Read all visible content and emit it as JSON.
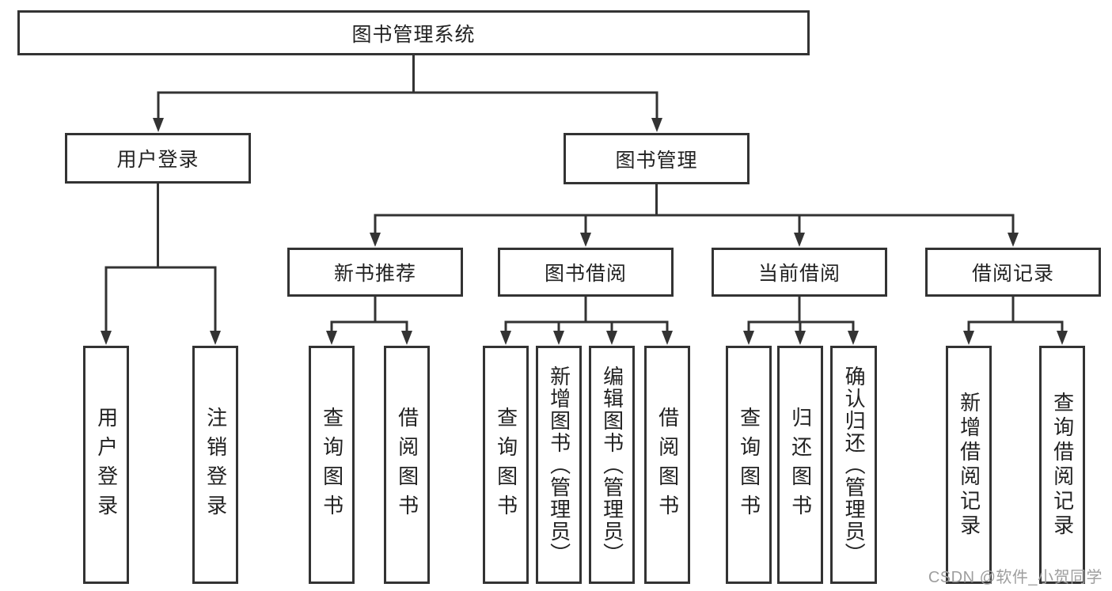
{
  "colors": {
    "background": "#ffffff",
    "line": "#333333",
    "text": "#222222",
    "watermark_color": "#9e9e9e"
  },
  "watermark": {
    "text": "CSDN @软件_小贺同学"
  },
  "tree": {
    "label": "图书管理系统",
    "children": [
      {
        "label": "用户登录",
        "children": [
          {
            "label": "用户登录"
          },
          {
            "label": "注销登录"
          }
        ]
      },
      {
        "label": "图书管理",
        "children": [
          {
            "label": "新书推荐",
            "children": [
              {
                "label": "查询图书"
              },
              {
                "label": "借阅图书"
              }
            ]
          },
          {
            "label": "图书借阅",
            "children": [
              {
                "label": "查询图书"
              },
              {
                "label": "新增图书（管理员）"
              },
              {
                "label": "编辑图书（管理员）"
              },
              {
                "label": "借阅图书"
              }
            ]
          },
          {
            "label": "当前借阅",
            "children": [
              {
                "label": "查询图书"
              },
              {
                "label": "归还图书"
              },
              {
                "label": "确认归还（管理员）"
              }
            ]
          },
          {
            "label": "借阅记录",
            "children": [
              {
                "label": "新增借阅记录"
              },
              {
                "label": "查询借阅记录"
              }
            ]
          }
        ]
      }
    ]
  }
}
